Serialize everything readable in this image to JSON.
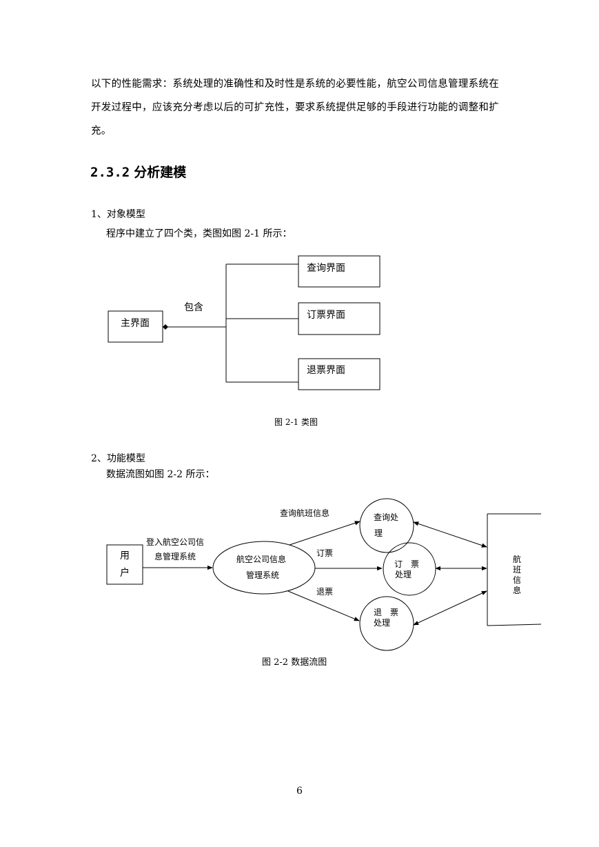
{
  "paragraph": {
    "lines": [
      "以下的性能需求：系统处理的准确性和及时性是系统的必要性能，航空公司信息管理系统在",
      "开发过程中，应该充分考虑以后的可扩充性，要求系统提供足够的手段进行功能的调整和扩",
      "充。"
    ]
  },
  "section": {
    "number": "2.3.2",
    "title": "分析建模"
  },
  "object_model": {
    "heading": "1、对象模型",
    "intro": "程序中建立了四个类，类图如图 2-1 所示：",
    "diagram": {
      "main": "主界面",
      "relation": "包含",
      "children": [
        "查询界面",
        "订票界面",
        "退票界面"
      ]
    },
    "caption": "图 2-1    类图"
  },
  "functional_model": {
    "heading": "2、功能模型",
    "intro": "数据流图如图 2-2 所示：",
    "diagram": {
      "user": [
        "用",
        "户"
      ],
      "login_flow": [
        "登入航空公司信",
        "息管理系统"
      ],
      "system": [
        "航空公司信息",
        "管理系统"
      ],
      "flows": {
        "query": "查询航班信息",
        "book": "订票",
        "refund": "退票"
      },
      "query_process": [
        "查询处",
        "理"
      ],
      "book_process": [
        "订　票",
        "处理"
      ],
      "refund_process": [
        "退　票",
        "处理"
      ],
      "store": [
        "航",
        "班",
        "信",
        "息"
      ]
    },
    "caption": "图 2-2  数据流图"
  },
  "page_number": "6"
}
